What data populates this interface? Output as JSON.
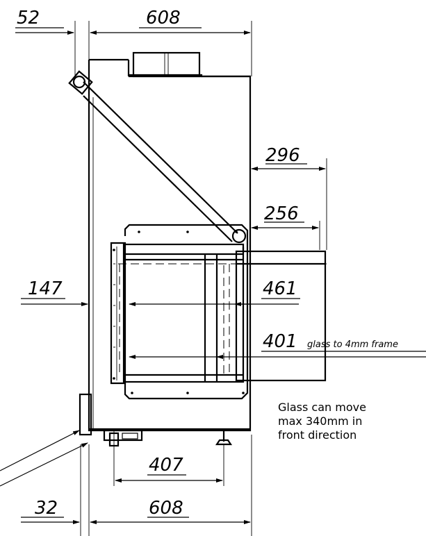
{
  "drawing": {
    "dimensions": {
      "top_offset": "52",
      "top_width": "608",
      "depth_296": "296",
      "depth_256": "256",
      "left_147": "147",
      "inner_461": "461",
      "inner_401": "401",
      "bottom_407": "407",
      "bottom_offset": "32",
      "bottom_width": "608"
    },
    "labels": {
      "glass_frame_note": "glass to 4mm frame",
      "glass_move_line1": "Glass can move",
      "glass_move_line2": "max 340mm in",
      "glass_move_line3": "front direction"
    }
  }
}
